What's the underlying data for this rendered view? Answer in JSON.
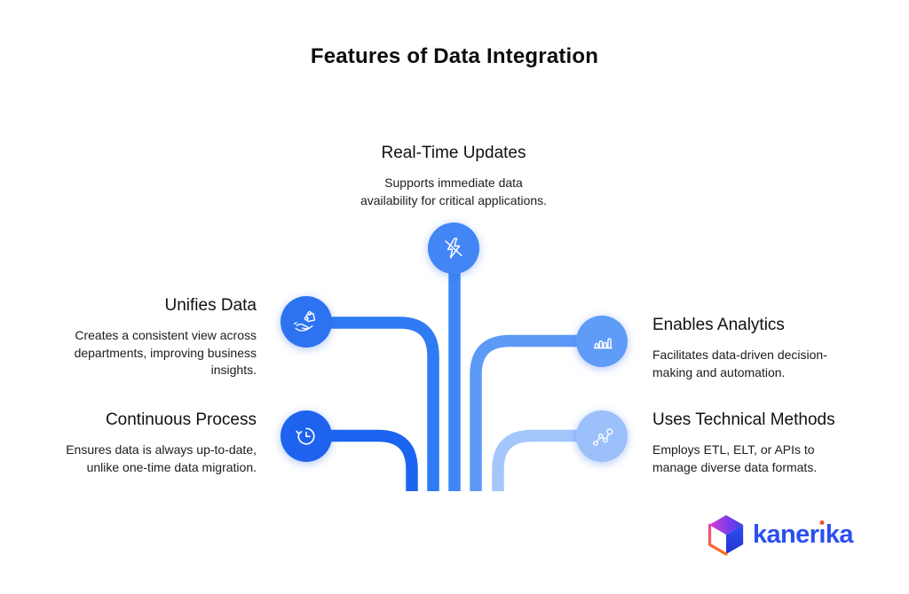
{
  "title": "Features of Data Integration",
  "features": [
    {
      "id": "real-time-updates",
      "heading": "Real-Time Updates",
      "description": "Supports immediate data availability for critical applications.",
      "description_lines": [
        "Supports immediate data",
        "availability for critical applications."
      ],
      "icon": "flash-icon",
      "circle_color": "#4285f4",
      "line_color": "#3f86f6"
    },
    {
      "id": "unifies-data",
      "heading": "Unifies Data",
      "description": "Creates a consistent view across departments, improving business insights.",
      "description_lines": [
        "Creates a consistent view across",
        "departments, improving business",
        "insights."
      ],
      "icon": "hand-puzzle-icon",
      "circle_color": "#2d73f1",
      "line_color": "#2e7bf3"
    },
    {
      "id": "continuous-process",
      "heading": "Continuous Process",
      "description": "Ensures data is always up-to-date, unlike one-time data migration.",
      "description_lines": [
        "Ensures data is always up-to-date,",
        "unlike one-time data migration."
      ],
      "icon": "clock-history-icon",
      "circle_color": "#1e63ee",
      "line_color": "#1c64f2"
    },
    {
      "id": "enables-analytics",
      "heading": "Enables Analytics",
      "description": "Facilitates data-driven decision-making and automation.",
      "description_lines": [
        "Facilitates data-driven decision-",
        "making and automation."
      ],
      "icon": "bar-chart-icon",
      "circle_color": "#5f9cf7",
      "line_color": "#5d9af8"
    },
    {
      "id": "uses-technical-methods",
      "heading": "Uses Technical Methods",
      "description": "Employs ETL, ELT, or APIs to manage diverse data formats.",
      "description_lines": [
        "Employs ETL, ELT, or APIs to",
        "manage diverse data formats."
      ],
      "icon": "network-nodes-icon",
      "circle_color": "#9cc1fa",
      "line_color": "#a3c7fb"
    }
  ],
  "logo": {
    "brand": "kanerika",
    "text_parts": {
      "before_i": "kaner",
      "i": "ı",
      "after_i": "ka"
    },
    "text_color": "#2b4ef2",
    "dot_color": "#f4512c",
    "cube_colors": {
      "top_left": "#e23bd0",
      "top_mid": "#7c3cec",
      "top_right": "#4640e0",
      "right_top": "#2e4ff2",
      "right_bottom": "#2334cf",
      "edge_top": "#ec4899",
      "edge_bottom": "#f97316"
    }
  }
}
